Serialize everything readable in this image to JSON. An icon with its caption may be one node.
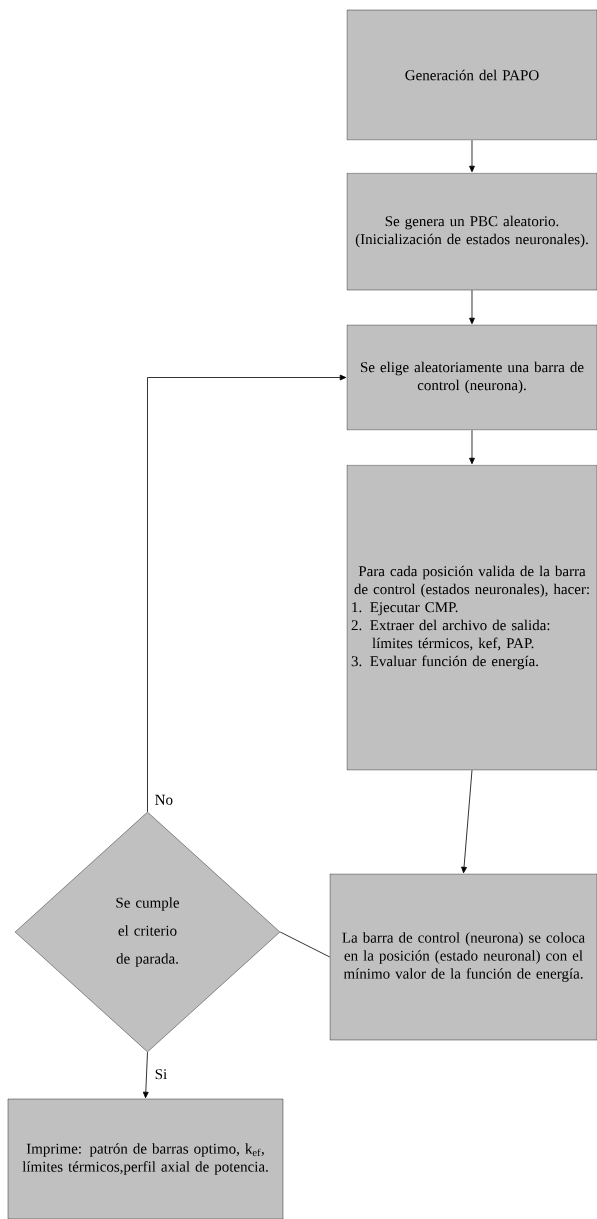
{
  "diagram": {
    "nodes": [
      {
        "text": [
          "Generación del PAPO"
        ]
      },
      {
        "text": [
          "Se genera un PBC aleatorio. (Inicialización de estados neuronales)."
        ]
      },
      {
        "text": [
          "Se elige aleatoriamente una barra de control (neurona)."
        ]
      },
      {
        "text": [
          "Para cada posición valida de la barra de control (estados neuronales), hacer:",
          "1. Ejecutar CMP.",
          "2. Extraer del archivo de salida: límites térmicos, kef, PAP.",
          "3. Evaluar función de energía."
        ]
      },
      {
        "text": [
          "La barra de control (neurona) se coloca en la posición (estado neuronal) con el mínimo valor de la función de energía."
        ]
      },
      {
        "text": [
          "Se cumple el criterio de parada."
        ]
      },
      {
        "text": [
          "Imprime: patrón de barras optimo, k$_{ef}$, límites térmicos,perfil axial de potencia."
        ]
      }
    ],
    "edges": [
      {
        "from": 0,
        "to": 1,
        "arrow": "to"
      },
      {
        "from": 1,
        "to": 2,
        "arrow": "to"
      },
      {
        "from": 2,
        "to": 3,
        "arrow": "to"
      },
      {
        "from": 3,
        "to": 4,
        "arrow": "to"
      },
      {
        "from": 4,
        "to": 5,
        "arrow": "none"
      },
      {
        "from": 5,
        "to": 2,
        "arrow": "to",
        "label": "No"
      },
      {
        "from": 5,
        "to": 6,
        "arrow": "to",
        "label": "Si"
      }
    ]
  }
}
